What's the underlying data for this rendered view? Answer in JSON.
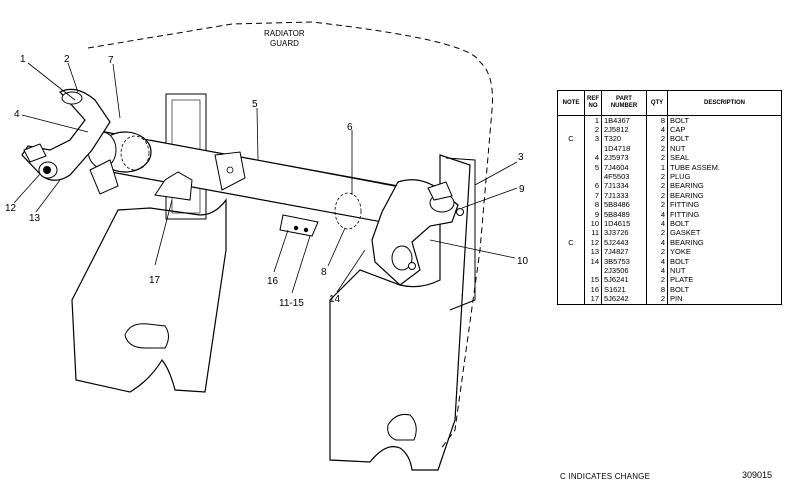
{
  "diagram": {
    "guard_label_line1": "RADIATOR",
    "guard_label_line2": "GUARD",
    "callouts": {
      "c1": "1",
      "c2": "2",
      "c3": "3",
      "c4": "4",
      "c5": "5",
      "c6": "6",
      "c7": "7",
      "c8": "8",
      "c9": "9",
      "c10": "10",
      "c11_15": "11-15",
      "c12": "12",
      "c13": "13",
      "c14": "14",
      "c16": "16",
      "c17": "17"
    }
  },
  "parts_table": {
    "headers": {
      "note": "NOTE",
      "ref_no_line1": "REF",
      "ref_no_line2": "NO",
      "part_number_line1": "PART",
      "part_number_line2": "NUMBER",
      "qty": "QTY",
      "description": "DESCRIPTION"
    },
    "rows": [
      {
        "note": "",
        "ref": "1",
        "part": "1B4367",
        "qty": "8",
        "desc": "BOLT"
      },
      {
        "note": "",
        "ref": "2",
        "part": "2J5812",
        "qty": "4",
        "desc": "CAP"
      },
      {
        "note": "C",
        "ref": "3",
        "part": "T320",
        "qty": "2",
        "desc": "BOLT"
      },
      {
        "note": "",
        "ref": "",
        "part": "1D4718",
        "qty": "2",
        "desc": "NUT"
      },
      {
        "note": "",
        "ref": "4",
        "part": "2J5973",
        "qty": "2",
        "desc": "SEAL"
      },
      {
        "note": "",
        "ref": "5",
        "part": "7J4604",
        "qty": "1",
        "desc": "TUBE ASSEM."
      },
      {
        "note": "",
        "ref": "",
        "part": "4F5503",
        "qty": "2",
        "desc": "  PLUG"
      },
      {
        "note": "",
        "ref": "6",
        "part": "7J1334",
        "qty": "2",
        "desc": "  BEARING"
      },
      {
        "note": "",
        "ref": "7",
        "part": "7J1333",
        "qty": "2",
        "desc": "  BEARING"
      },
      {
        "note": "",
        "ref": "8",
        "part": "5B8486",
        "qty": "2",
        "desc": "FITTING"
      },
      {
        "note": "",
        "ref": "9",
        "part": "5B8489",
        "qty": "4",
        "desc": "FITTING"
      },
      {
        "note": "",
        "ref": "10",
        "part": "1D4615",
        "qty": "4",
        "desc": "BOLT"
      },
      {
        "note": "",
        "ref": "11",
        "part": "3J3726",
        "qty": "2",
        "desc": "GASKET"
      },
      {
        "note": "C",
        "ref": "12",
        "part": "5J2443",
        "qty": "4",
        "desc": "BEARING"
      },
      {
        "note": "",
        "ref": "13",
        "part": "7J4827",
        "qty": "2",
        "desc": "YOKE"
      },
      {
        "note": "",
        "ref": "14",
        "part": "3B5753",
        "qty": "4",
        "desc": "BOLT"
      },
      {
        "note": "",
        "ref": "",
        "part": "2J3506",
        "qty": "4",
        "desc": "NUT"
      },
      {
        "note": "",
        "ref": "15",
        "part": "5J6241",
        "qty": "2",
        "desc": "PLATE"
      },
      {
        "note": "",
        "ref": "16",
        "part": "S1621",
        "qty": "8",
        "desc": "BOLT"
      },
      {
        "note": "",
        "ref": "17",
        "part": "5J6242",
        "qty": "2",
        "desc": "PIN"
      }
    ]
  },
  "footer": {
    "change_note": "C   INDICATES CHANGE",
    "figure_id": "309015"
  }
}
